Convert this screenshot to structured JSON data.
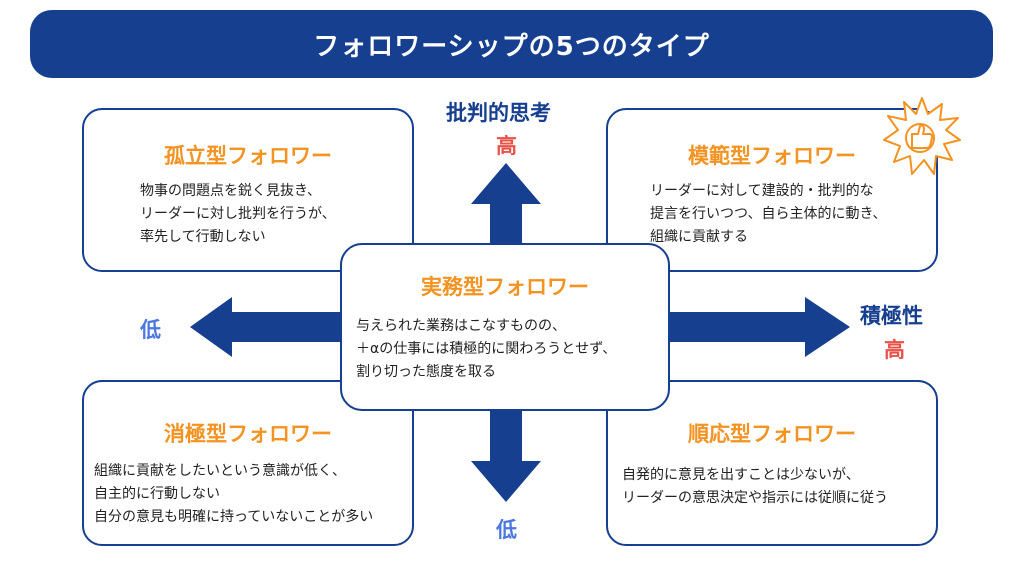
{
  "title": "フォロワーシップの5つのタイプ",
  "axes": {
    "vertical": {
      "name": "批判的思考",
      "high": "高",
      "low": "低"
    },
    "horizontal": {
      "name": "積極性",
      "high": "高",
      "low": "低"
    }
  },
  "quadrants": {
    "isolated": {
      "title": "孤立型フォロワー",
      "lines": [
        "物事の問題点を鋭く見抜き、",
        "リーダーに対し批判を行うが、",
        "率先して行動しない"
      ]
    },
    "exemplary": {
      "title": "模範型フォロワー",
      "lines": [
        "リーダーに対して建設的・批判的な",
        "提言を行いつつ、自ら主体的に動き、",
        "組織に貢献する"
      ]
    },
    "passive": {
      "title": "消極型フォロワー",
      "lines": [
        "組織に貢献をしたいという意識が低く、",
        "自主的に行動しない",
        "自分の意見も明確に持っていないことが多い"
      ]
    },
    "conformist": {
      "title": "順応型フォロワー",
      "lines": [
        "自発的に意見を出すことは少ないが、",
        "リーダーの意思決定や指示には従順に従う"
      ]
    },
    "pragmatist": {
      "title": "実務型フォロワー",
      "lines": [
        "与えられた業務はこなすものの、",
        "＋αの仕事には積極的に関わろうとせず、",
        "割り切った態度を取る"
      ]
    }
  },
  "colors": {
    "navy": "#173f8f",
    "orange": "#f39322",
    "high": "#e8534a",
    "low": "#4a78e0"
  },
  "icons": [
    "thumbs-up-sticker-icon"
  ]
}
